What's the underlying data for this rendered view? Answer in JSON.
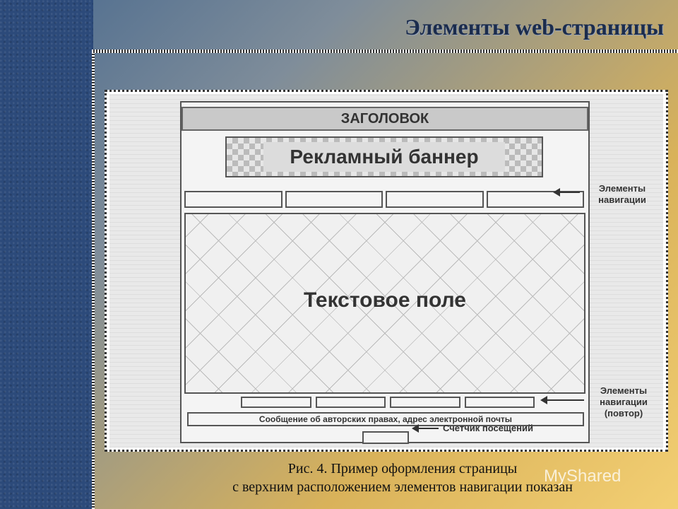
{
  "slide": {
    "title": "Элементы web-страницы"
  },
  "figure": {
    "header_label": "ЗАГОЛОВОК",
    "banner_label": "Рекламный баннер",
    "text_field_label": "Текстовое поле",
    "copyright_label": "Сообщение об авторских правах, адрес электронной почты",
    "callouts": {
      "nav_top": "Элементы навигации",
      "nav_bottom": "Элементы навигации (повтор)",
      "counter": "Счетчик посещений"
    }
  },
  "caption": {
    "line1": "Рис. 4. Пример оформления страницы",
    "line2": "с верхним расположением элементов навигации показан"
  },
  "watermark": "MyShared"
}
